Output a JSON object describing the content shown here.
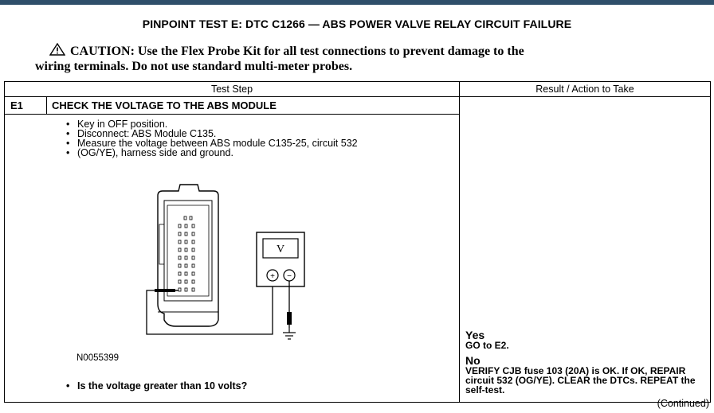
{
  "title": "PINPOINT TEST  E: DTC C1266 — ABS POWER VALVE RELAY CIRCUIT FAILURE",
  "caution": {
    "icon": "warning-triangle-icon",
    "line1": "CAUTION: Use the Flex Probe Kit for all test connections to prevent damage to the",
    "line2": "wiring terminals. Do not use standard multi-meter probes."
  },
  "table": {
    "header_step": "Test Step",
    "header_result": "Result / Action to Take",
    "step_id": "E1",
    "step_title": "CHECK THE VOLTAGE TO THE ABS MODULE",
    "bullets": [
      "Key in OFF position.",
      "Disconnect: ABS Module C135.",
      "Measure the voltage between ABS module C135-25, circuit 532",
      "(OG/YE), harness side and ground."
    ],
    "figure_code": "N0055399",
    "meter_display": "V",
    "meter_plus": "+",
    "meter_minus": "−",
    "question": "Is the voltage greater than 10 volts?",
    "yes_label": "Yes",
    "yes_text_prefix": "GO to ",
    "yes_target": "E2",
    "yes_text_suffix": ".",
    "no_label": "No",
    "no_text": "VERIFY CJB fuse 103 (20A) is OK. If OK, REPAIR circuit 532 (OG/YE). CLEAR the DTCs. REPEAT the self-test."
  },
  "continued": "(Continued)"
}
